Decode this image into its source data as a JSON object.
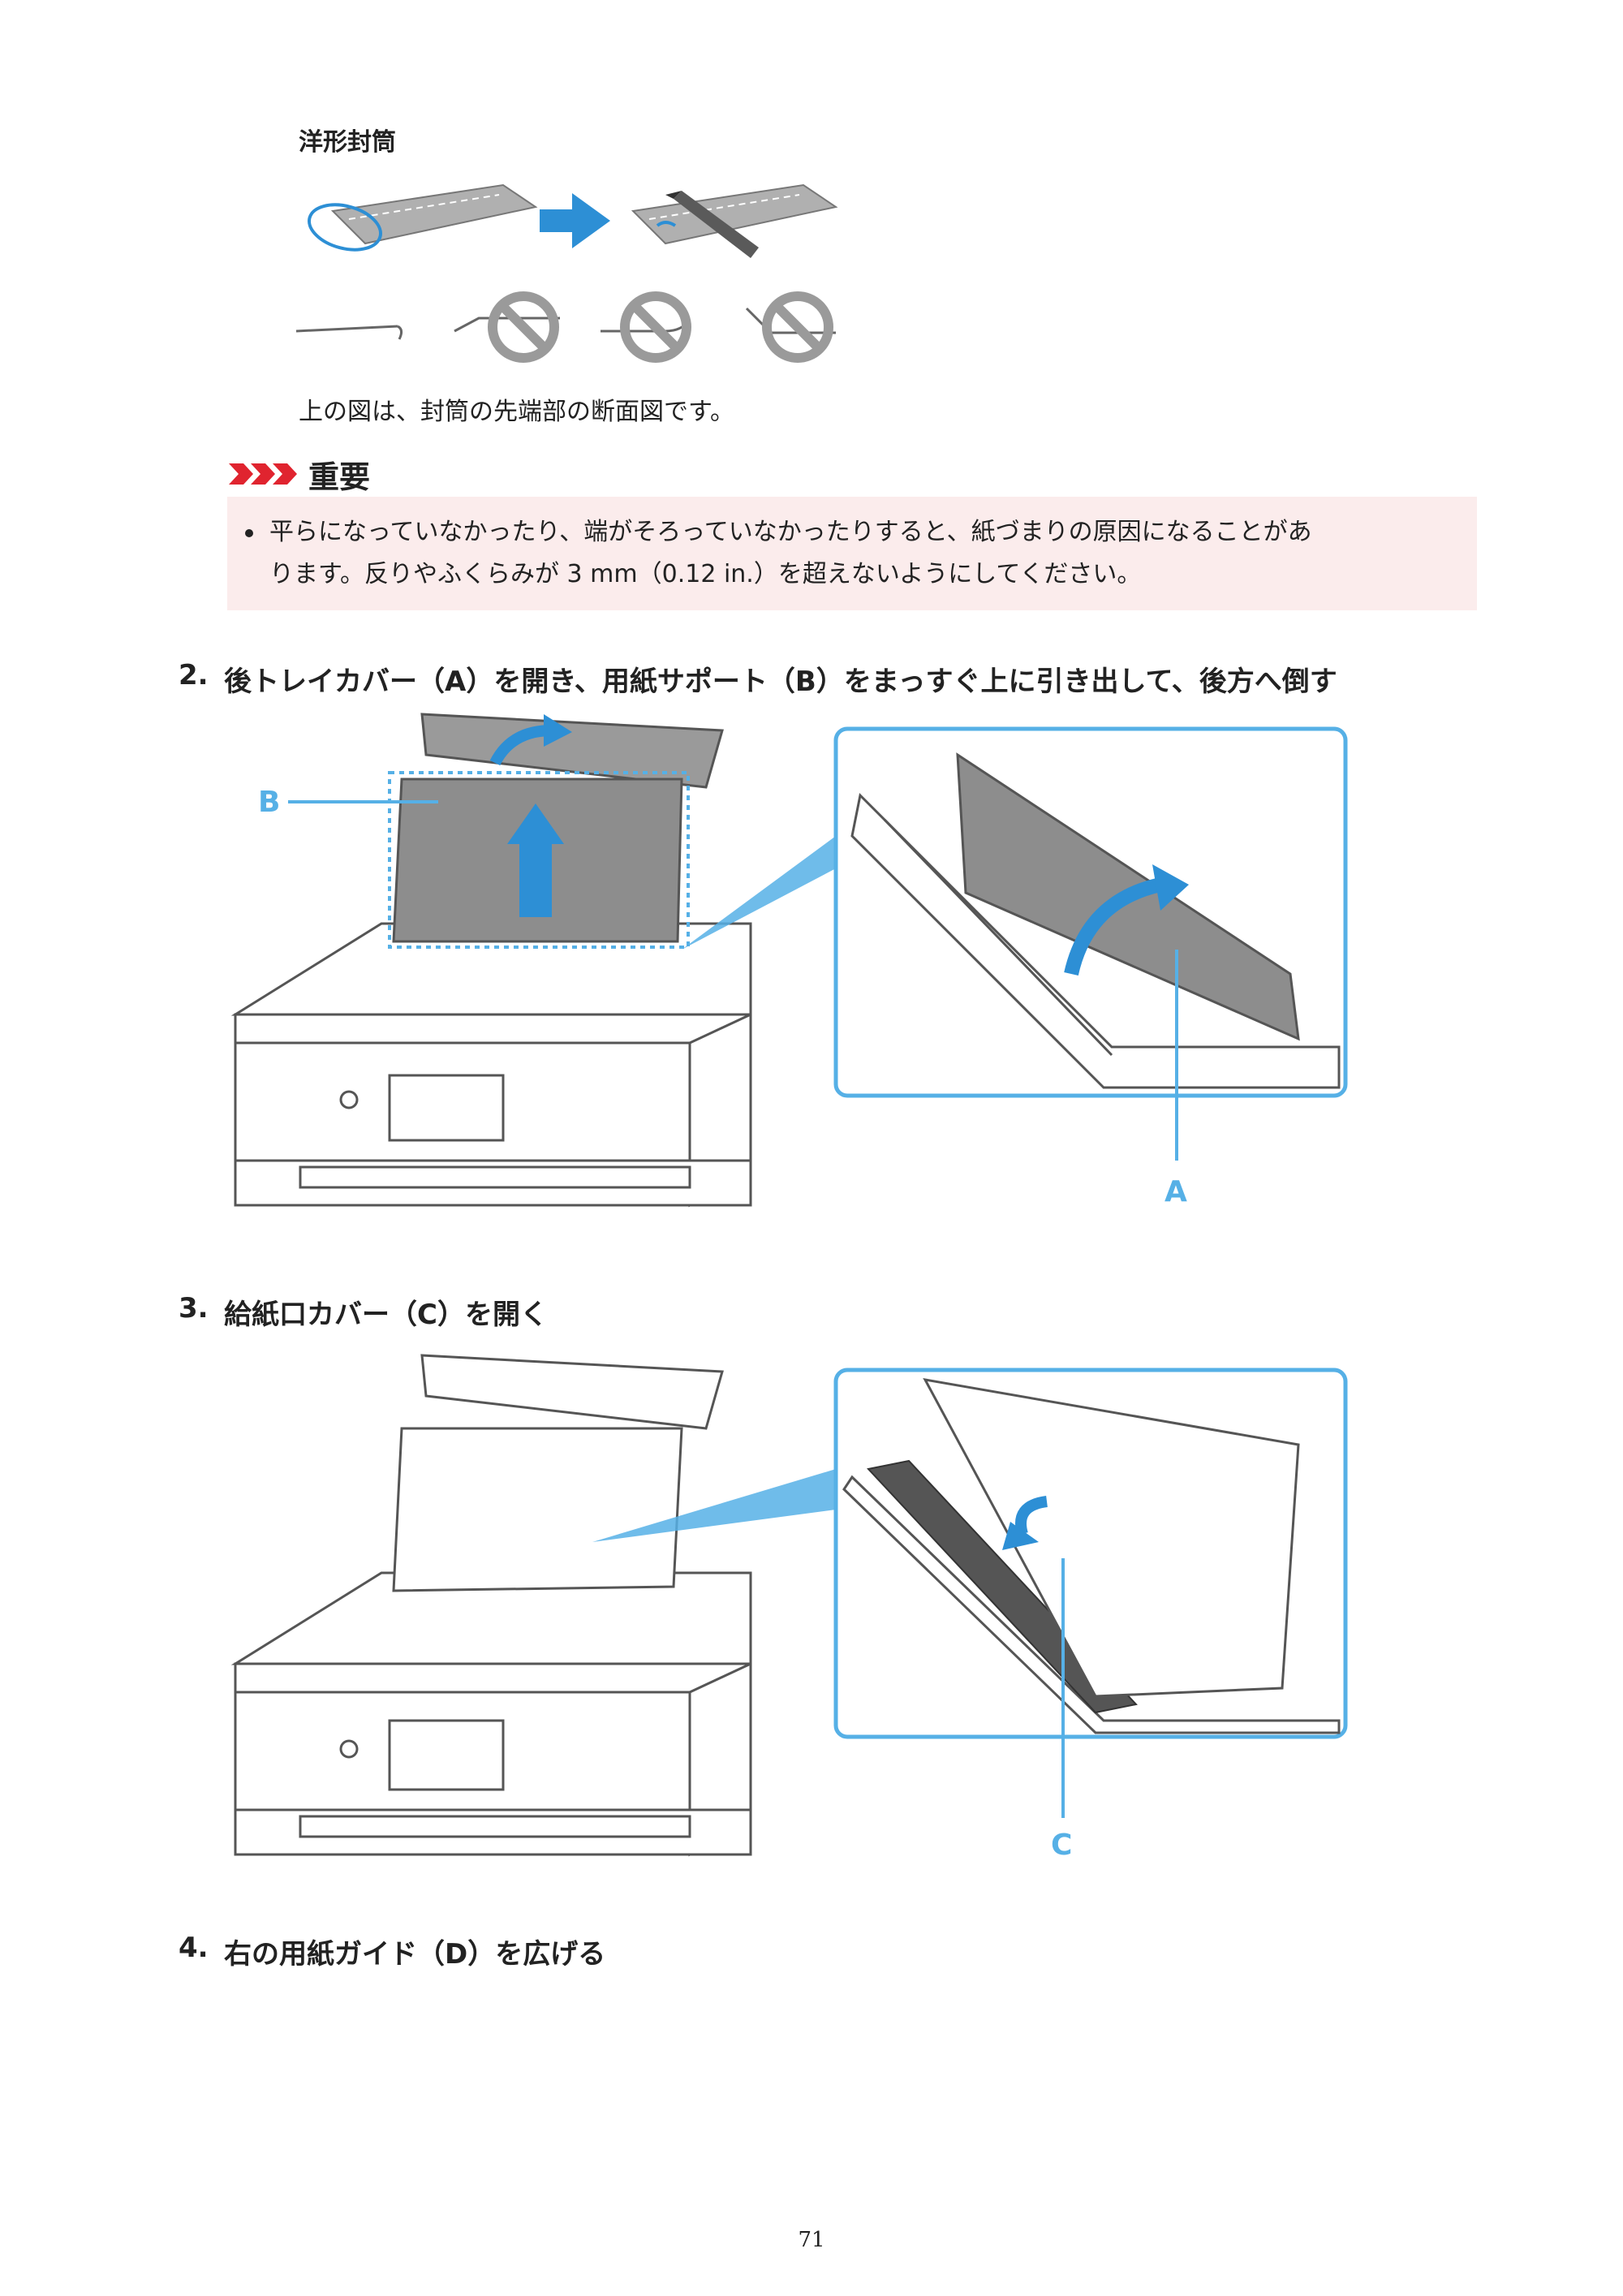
{
  "envelope_section": {
    "title": "洋形封筒",
    "caption": "上の図は、封筒の先端部の断面図です。"
  },
  "important": {
    "label": "重要",
    "items": [
      {
        "line1": "平らになっていなかったり、端がそろっていなかったりすると、紙づまりの原因になることがあ",
        "line2": "ります。反りやふくらみが 3 mm（0.12 in.）を超えないようにしてください。"
      }
    ]
  },
  "steps": [
    {
      "number": "2.",
      "text": "後トレイカバー（A）を開き、用紙サポート（B）をまっすぐ上に引き出して、後方へ倒す",
      "callouts": [
        "B",
        "A"
      ]
    },
    {
      "number": "3.",
      "text": "給紙口カバー（C）を開く",
      "callouts": [
        "C"
      ]
    },
    {
      "number": "4.",
      "text": "右の用紙ガイド（D）を広げる"
    }
  ],
  "page_number": "71",
  "colors": {
    "accent_blue": "#2d8fd5",
    "callout_blue": "#56b0e6",
    "important_red": "#e0242f",
    "important_bg": "#fbecec",
    "prohibit_gray": "#9a9a9a"
  },
  "icons": [
    "important-chevrons-icon",
    "blue-arrow-right-icon",
    "prohibited-icon"
  ]
}
